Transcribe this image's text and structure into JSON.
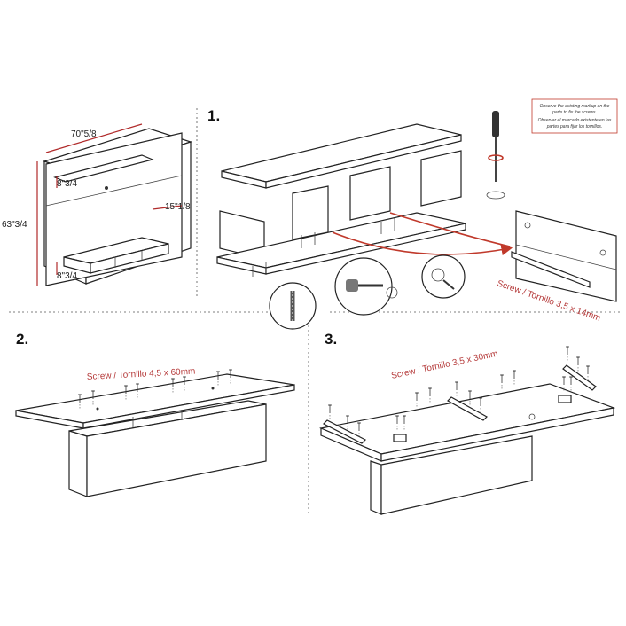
{
  "overview": {
    "width": "70\"5/8",
    "height": "63\"3/4",
    "depth": "15\"1/8",
    "top_gap": "8\"3/4",
    "bottom_gap": "8\"3/4"
  },
  "step1": {
    "number": "1.",
    "note_line1": "Observe the existing markup on the",
    "note_line2": "parts to fix the screws.",
    "note_line3": "Observar el marcado existente en las",
    "note_line4": "partes para fijar los tornillos.",
    "screw_label": "Screw / Tornillo  3,5 x 14mm"
  },
  "step2": {
    "number": "2.",
    "screw_label": "Screw / Tornillo  4,5 x 60mm"
  },
  "step3": {
    "number": "3.",
    "screw_label": "Screw / Tornillo  3,5 x 30mm"
  },
  "colors": {
    "accent": "#c0392b",
    "line": "#222222"
  }
}
